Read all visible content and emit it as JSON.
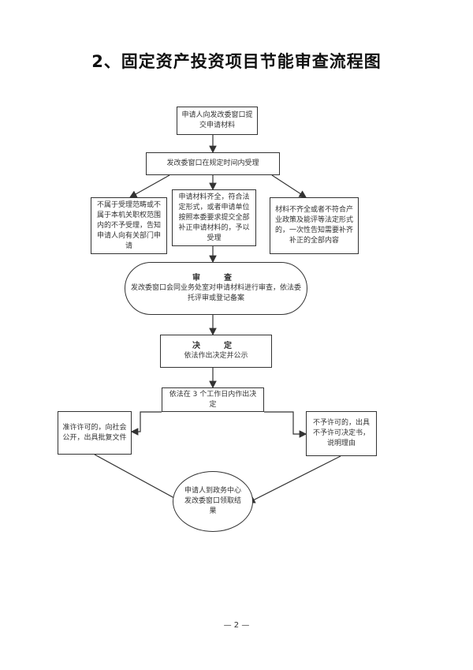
{
  "title": "2、固定资产投资项目节能审查流程图",
  "nodes": {
    "submit": "申请人向发改委窗口提交申请材料",
    "accept": "发改委窗口在规定时间内受理",
    "left_case": "不属于受理范畴或不属于本机关职权范围内的不予受理，告知申请人向有关部门申请",
    "middle_case": "申请材料齐全，符合法定形式，或者申请单位按照本委要求提交全部补正申请材料的，予以受理",
    "right_case": "材料不齐全或者不符合产业政策及能评等法定形式的，一次性告知需要补齐补正的全部内容",
    "review_title": "审　查",
    "review_body": "发改委窗口会同业务处室对申请材料进行审查，依法委托评审或登记备案",
    "decision_title": "决　定",
    "decision_body": "依法作出决定并公示",
    "deadline": "依法在 3 个工作日内作出决定",
    "approve": "准许许可的，向社会公开，出具批复文件",
    "reject": "不予许可的，出具不予许可决定书，说明理由",
    "collect": "申请人到政务中心发改委窗口领取结果"
  },
  "footer": {
    "page": "— 2 —"
  }
}
